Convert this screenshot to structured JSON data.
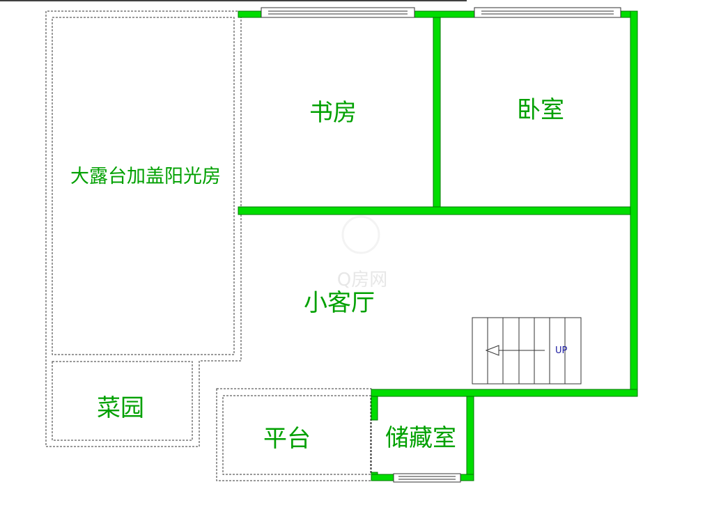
{
  "colors": {
    "wall": "#00dd00",
    "wall_outline": "#007700",
    "label": "#00a000",
    "dashed": "#333333",
    "stairs": "#333333",
    "stairs_text": "#1a1aa0",
    "background": "#ffffff"
  },
  "rooms": {
    "study": "书房",
    "bedroom": "卧室",
    "sunroom": "大露台加盖阳光房",
    "living": "小客厅",
    "garden": "菜园",
    "platform": "平台",
    "storage": "储藏室"
  },
  "stairs": {
    "label": "UP"
  },
  "watermark": {
    "text": "Q房网"
  }
}
